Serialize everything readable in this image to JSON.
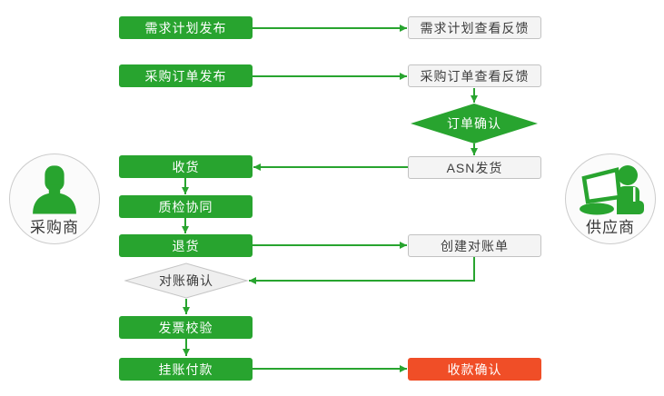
{
  "actors": {
    "buyer": {
      "label": "采购商",
      "icon": "buyer-person-icon"
    },
    "supplier": {
      "label": "供应商",
      "icon": "supplier-person-computer-icon"
    }
  },
  "nodes": {
    "demand_publish": {
      "label": "需求计划发布",
      "type": "process-buyer"
    },
    "demand_feedback": {
      "label": "需求计划查看反馈",
      "type": "process-supplier"
    },
    "po_publish": {
      "label": "采购订单发布",
      "type": "process-buyer"
    },
    "po_feedback": {
      "label": "采购订单查看反馈",
      "type": "process-supplier"
    },
    "order_confirm": {
      "label": "订单确认",
      "type": "decision"
    },
    "asn_ship": {
      "label": "ASN发货",
      "type": "process-supplier"
    },
    "receive": {
      "label": "收货",
      "type": "process-buyer"
    },
    "quality": {
      "label": "质检协同",
      "type": "process-buyer"
    },
    "returns": {
      "label": "退货",
      "type": "process-buyer"
    },
    "statement_create": {
      "label": "创建对账单",
      "type": "process-supplier"
    },
    "statement_confirm": {
      "label": "对账确认",
      "type": "decision"
    },
    "invoice_check": {
      "label": "发票校验",
      "type": "process-buyer"
    },
    "payment": {
      "label": "挂账付款",
      "type": "process-buyer"
    },
    "receipt_confirm": {
      "label": "收款确认",
      "type": "highlight"
    }
  },
  "colors": {
    "green": "#28a42f",
    "orange": "#f04e27",
    "plain_box_bg": "#f4f4f4",
    "plain_box_border": "#c2c2c2",
    "gray_diamond_bg": "#efefef",
    "text_dark": "#3d3d3d"
  },
  "flows": [
    "需求计划发布 → 需求计划查看反馈",
    "采购订单发布 → 采购订单查看反馈",
    "采购订单查看反馈 → 订单确认",
    "订单确认 → ASN发货",
    "ASN发货 → 收货",
    "收货 → 质检协同",
    "质检协同 → 退货",
    "退货 → 创建对账单",
    "创建对账单 → 对账确认",
    "对账确认 → 发票校验",
    "发票校验 → 挂账付款",
    "挂账付款 → 收款确认"
  ]
}
